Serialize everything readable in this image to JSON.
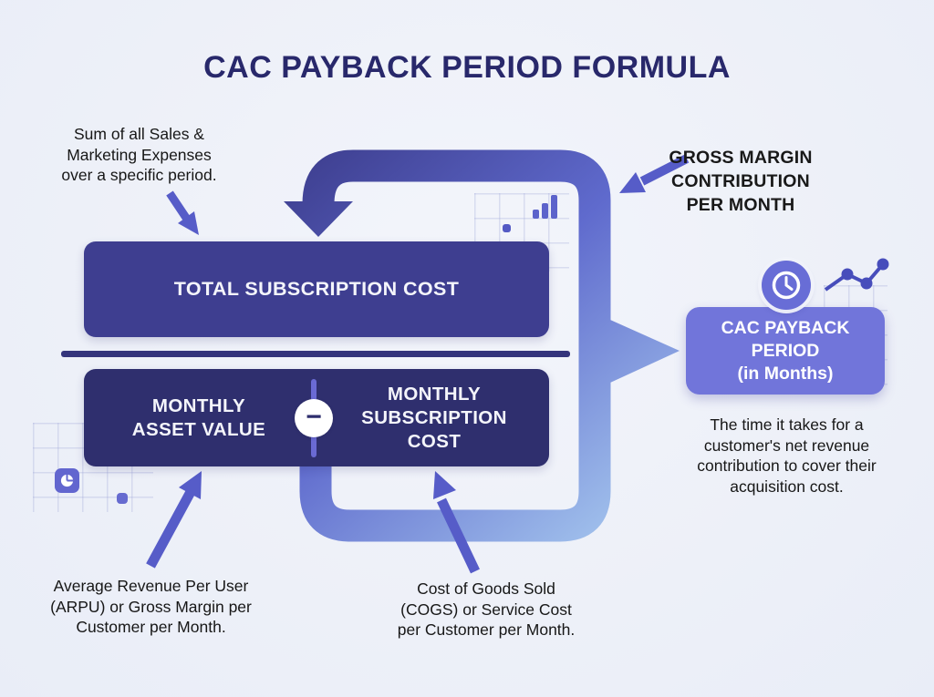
{
  "title": "CAC PAYBACK PERIOD FORMULA",
  "formula": {
    "numerator": "TOTAL SUBSCRIPTION COST",
    "denominator": {
      "left_line1": "MONTHLY",
      "left_line2": "ASSET VALUE",
      "operator": "−",
      "right_line1": "MONTHLY",
      "right_line2": "SUBSCRIPTION",
      "right_line3": "COST"
    },
    "result": {
      "line1": "CAC PAYBACK",
      "line2": "PERIOD",
      "line3": "(in Months)"
    }
  },
  "labels": {
    "gross_margin_line1": "GROSS MARGIN",
    "gross_margin_line2": "CONTRIBUTION",
    "gross_margin_line3": "PER MONTH"
  },
  "annotations": {
    "numerator_note": "Sum of all Sales & Marketing Expenses over a specific period.",
    "arpu_note": "Average Revenue Per User (ARPU) or Gross Margin per Customer per Month.",
    "cogs_note": "Cost of Goods Sold (COGS) or Service Cost per Customer per Month.",
    "result_note": "The time it takes for a customer's net revenue contribution to cover their acquisition cost."
  },
  "icons": {
    "clock": "clock-icon",
    "minus": "minus-icon",
    "bar_chart": "bar-chart-icon",
    "pie_chart": "pie-chart-icon",
    "line_chart": "line-chart-icon",
    "flow_pipe": "flow-pipe",
    "down_arrow": "down-arrow-icon",
    "result_arrow": "right-arrow-icon"
  },
  "colors": {
    "background": "#edf0f8",
    "title": "#28286b",
    "numerator_box": "#3e3e90",
    "denominator_box": "#2f2f6e",
    "result_box": "#7175da",
    "pipe_dark": "#3c3c8c",
    "pipe_mid": "#5f6acd",
    "pipe_light": "#a9ccf0",
    "annotation_arrow": "#565cc8",
    "text_dark": "#161616"
  }
}
